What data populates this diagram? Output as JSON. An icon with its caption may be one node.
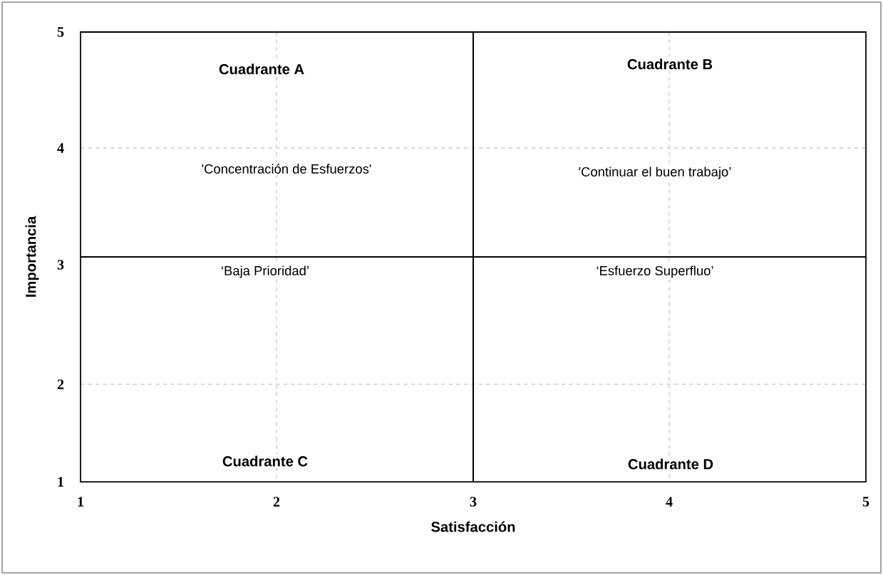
{
  "diagram": {
    "nodes": [
      {
        "text": [
          "Cuadrante A",
          "'Concentración de Esfuerzos'"
        ]
      },
      {
        "text": [
          "Cuadrante B",
          "'Continuar el buen trabajo’"
        ]
      },
      {
        "text": [
          "‘Baja Prioridad’",
          "Cuadrante C"
        ]
      },
      {
        "text": [
          "‘Esfuerzo Superfluo’",
          "Cuadrante D"
        ]
      }
    ],
    "labels": [
      "5",
      "4",
      "3",
      "2",
      "1",
      "Importancia",
      "1",
      "2",
      "3",
      "4",
      "5",
      "Satisfacción"
    ]
  }
}
